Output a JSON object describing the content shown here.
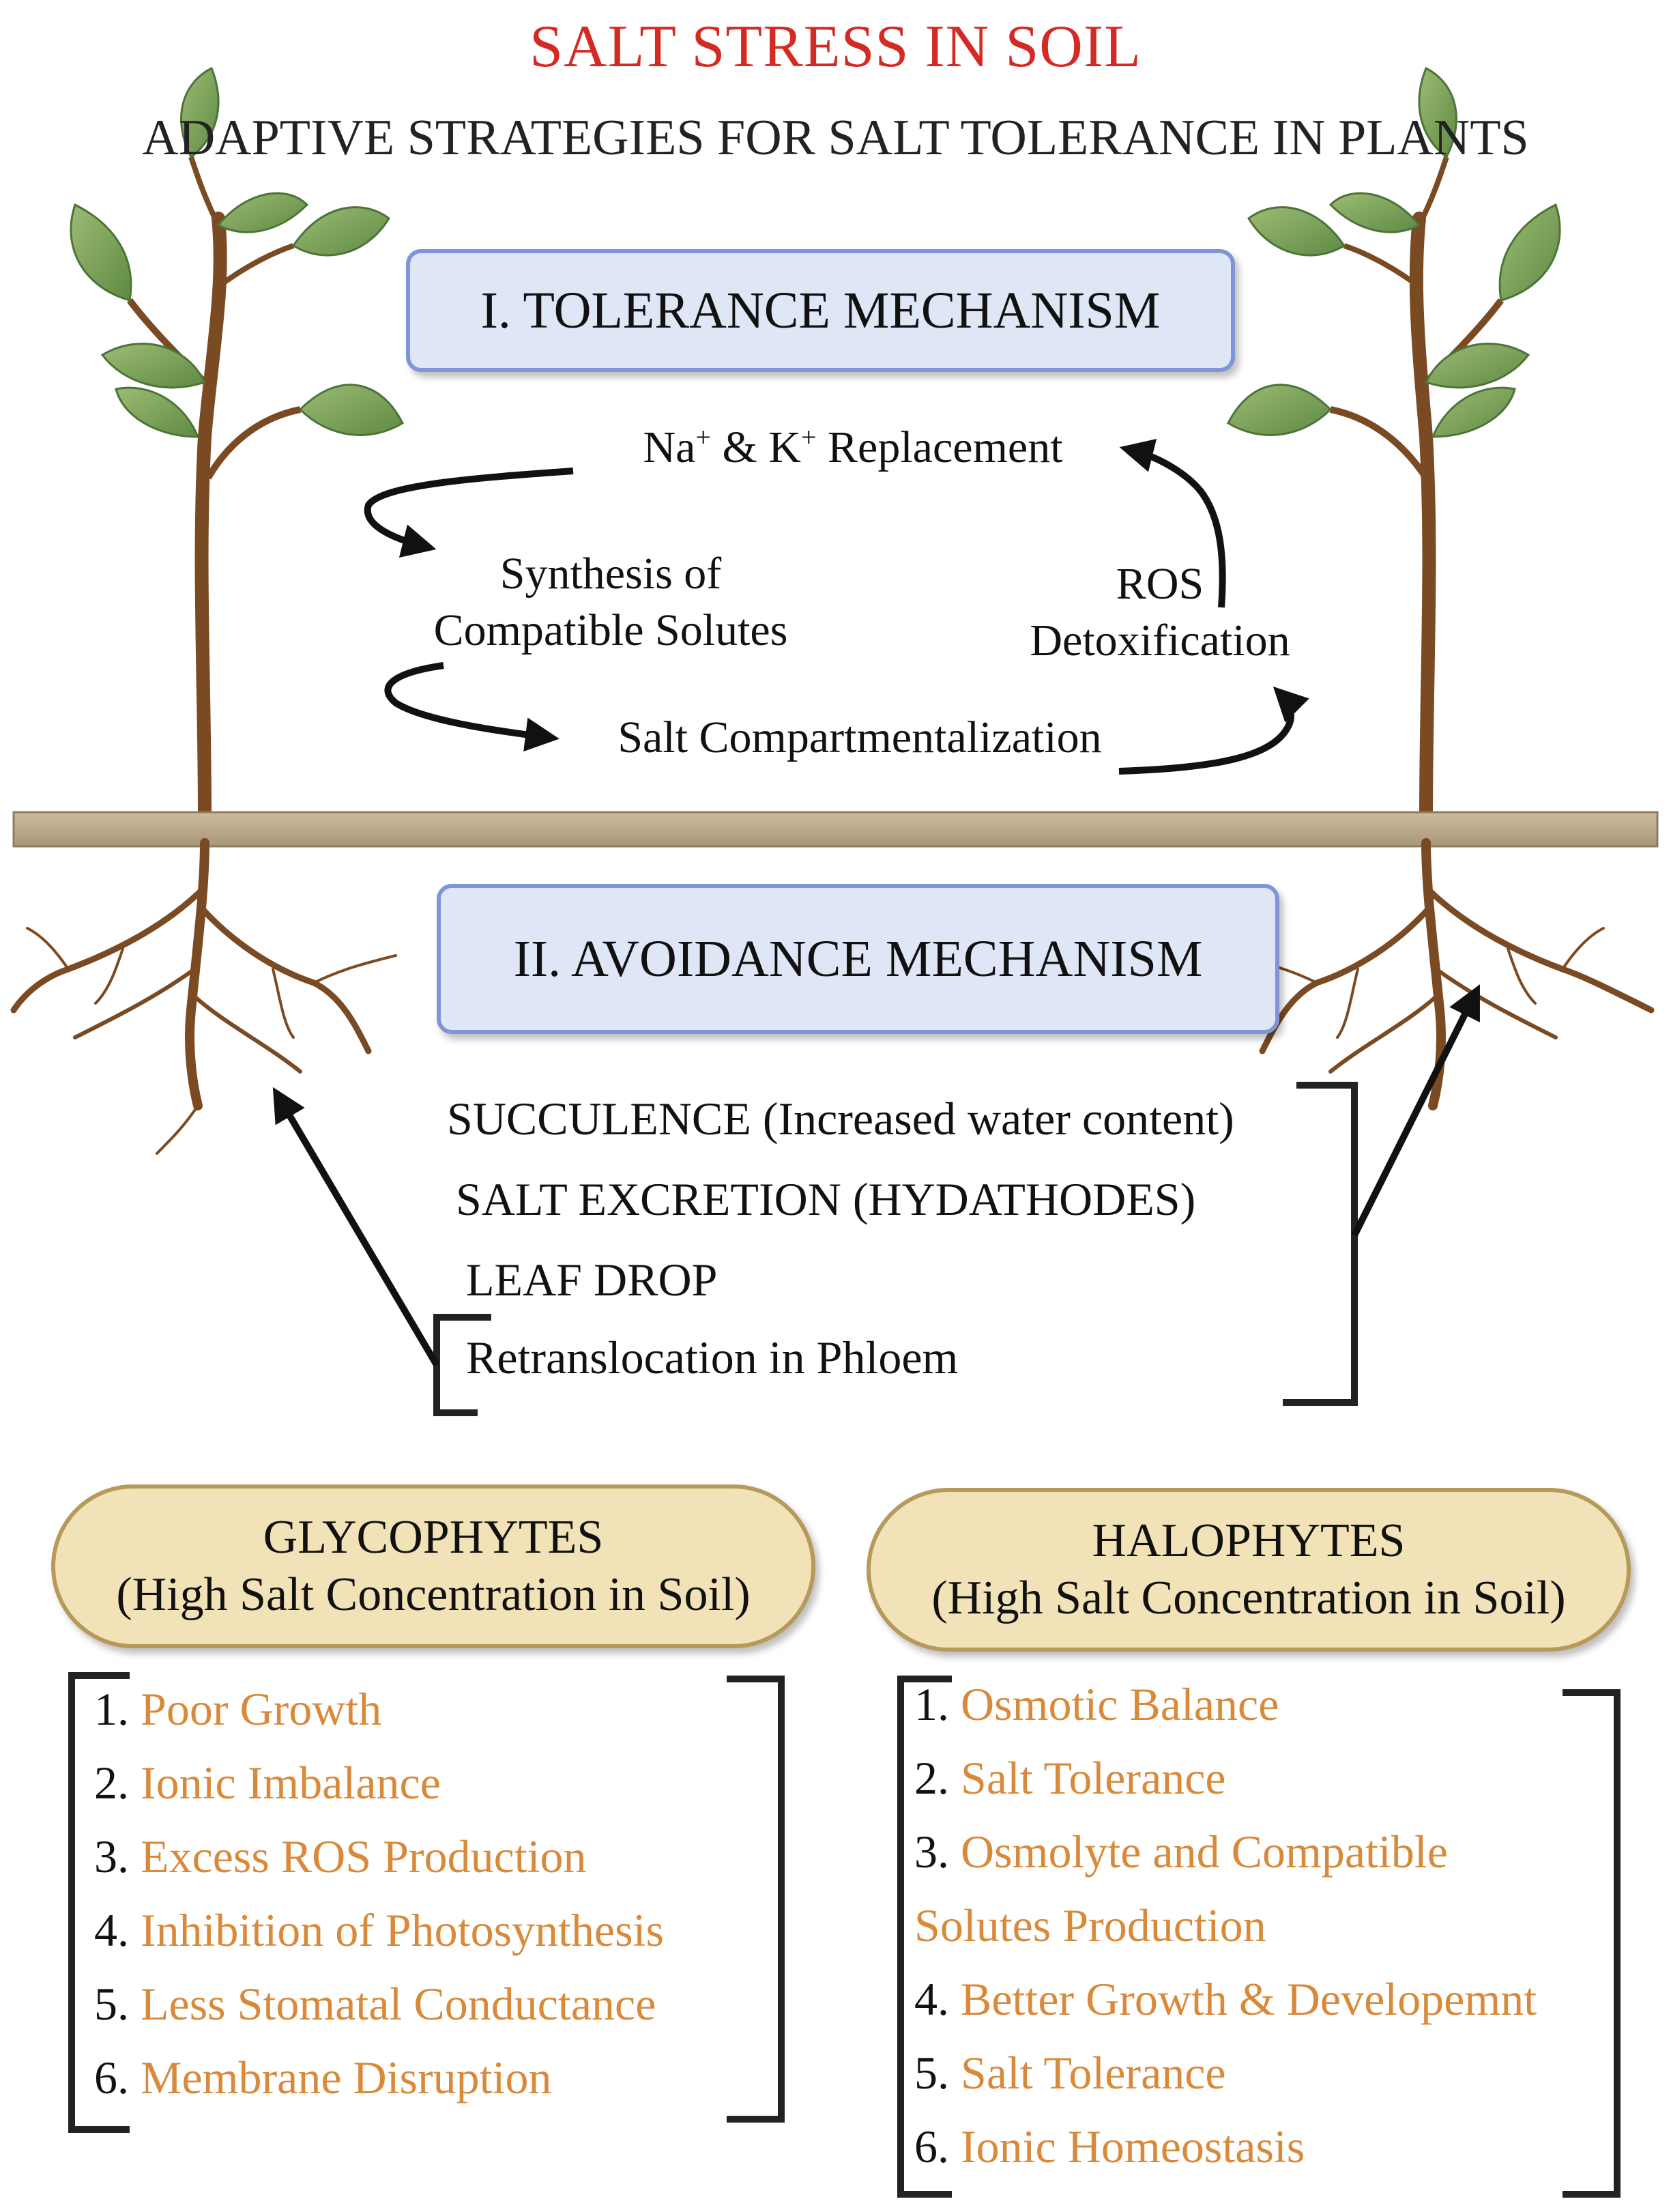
{
  "title": "SALT STRESS IN SOIL",
  "subtitle": "ADAPTIVE STRATEGIES FOR SALT TOLERANCE IN PLANTS",
  "tolerance": {
    "heading": "I. TOLERANCE MECHANISM",
    "replacement": {
      "prefix": "Na",
      "sup1": "+",
      "mid": " & K",
      "sup2": "+",
      "suffix": " Replacement"
    },
    "synthesis": [
      "Synthesis of",
      "Compatible Solutes"
    ],
    "ros": [
      "ROS",
      "Detoxification"
    ],
    "compartment": "Salt Compartmentalization"
  },
  "avoidance": {
    "heading": "II. AVOIDANCE MECHANISM",
    "items": [
      "SUCCULENCE (Increased water content)",
      "SALT EXCRETION (HYDATHODES)",
      "LEAF DROP",
      "Retranslocation in Phloem"
    ]
  },
  "glycophytes": {
    "title": "GLYCOPHYTES",
    "subtitle": "(High Salt Concentration in Soil)",
    "items": [
      {
        "num": "1.",
        "text": "Poor Growth"
      },
      {
        "num": "2.",
        "text": "Ionic Imbalance"
      },
      {
        "num": "3.",
        "text": "Excess ROS Production"
      },
      {
        "num": "4.",
        "text": "Inhibition of Photosynthesis"
      },
      {
        "num": "5.",
        "text": "Less Stomatal Conductance"
      },
      {
        "num": "6.",
        "text": "Membrane Disruption"
      }
    ]
  },
  "halophytes": {
    "title": "HALOPHYTES",
    "subtitle": "(High Salt Concentration in Soil)",
    "items": [
      {
        "num": "1.",
        "text": "Osmotic Balance"
      },
      {
        "num": "2.",
        "text": "Salt Tolerance"
      },
      {
        "num": "3.",
        "text": "Osmolyte and Compatible"
      },
      {
        "num": "",
        "text": "Solutes Production"
      },
      {
        "num": "4.",
        "text": "Better Growth & Developemnt"
      },
      {
        "num": "5.",
        "text": "Salt Tolerance"
      },
      {
        "num": "6.",
        "text": "Ionic Homeostasis"
      }
    ]
  },
  "colors": {
    "title_red": "#d42a23",
    "mech_box_fill": "#dfe6f6",
    "mech_box_border": "#7f95d6",
    "pill_fill": "#f1e2b8",
    "list_text_orange": "#d88a3a",
    "soil": "#bba98a",
    "stem": "#7a4a22",
    "leaf": "#7ea05b"
  }
}
